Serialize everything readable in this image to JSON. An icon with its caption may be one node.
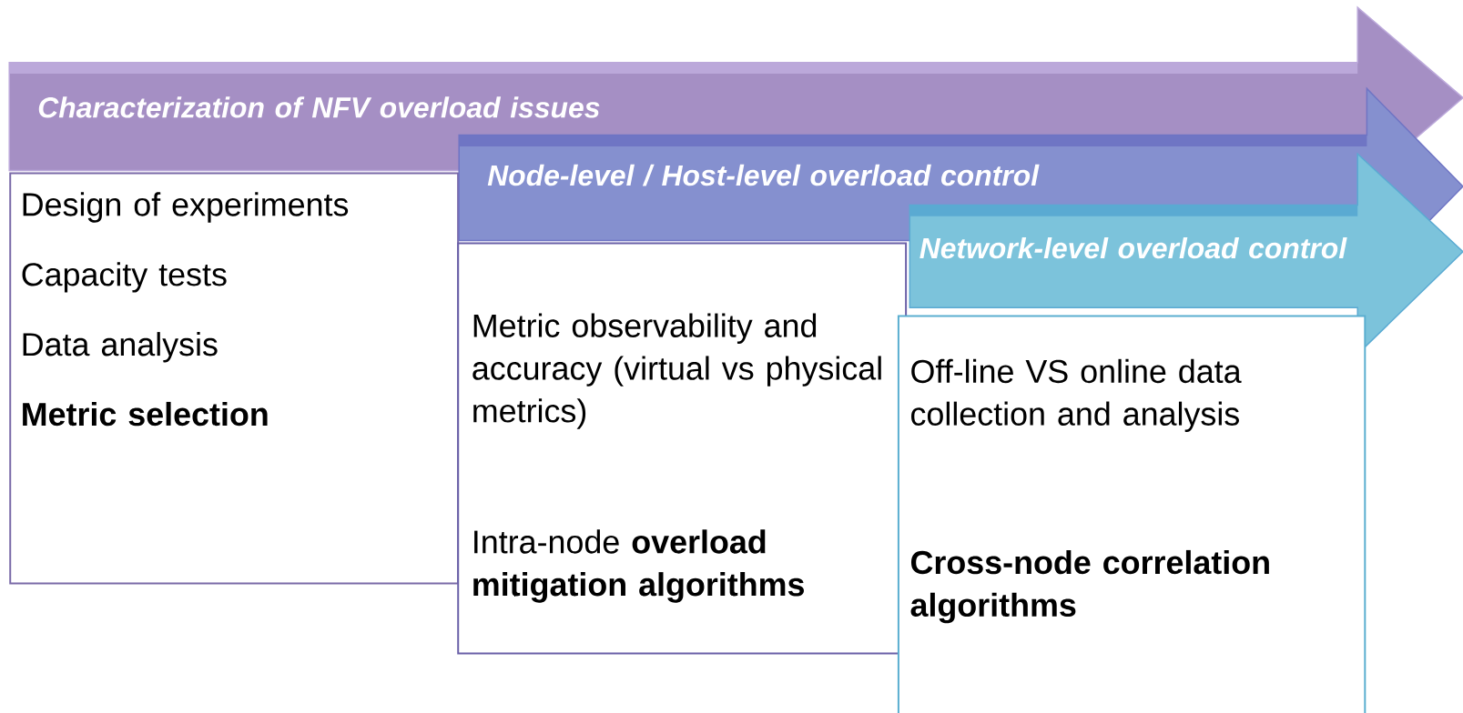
{
  "diagram": {
    "nodes": [
      {
        "text": [
          "Characterization of NFV overload issues"
        ]
      },
      {
        "text": [
          "Design of experiments",
          "Capacity tests",
          "Data analysis",
          "**Metric selection**"
        ]
      },
      {
        "text": [
          "Node-level / Host-level overload control"
        ]
      },
      {
        "text": [
          "Metric observability and accuracy (virtual vs physical metrics)",
          "Intra-node **overload mitigation algorithms**"
        ]
      },
      {
        "text": [
          "Network-level overload control"
        ]
      },
      {
        "text": [
          "Off-line VS online data collection and analysis",
          "**Cross-node correlation algorithms**"
        ]
      }
    ]
  }
}
